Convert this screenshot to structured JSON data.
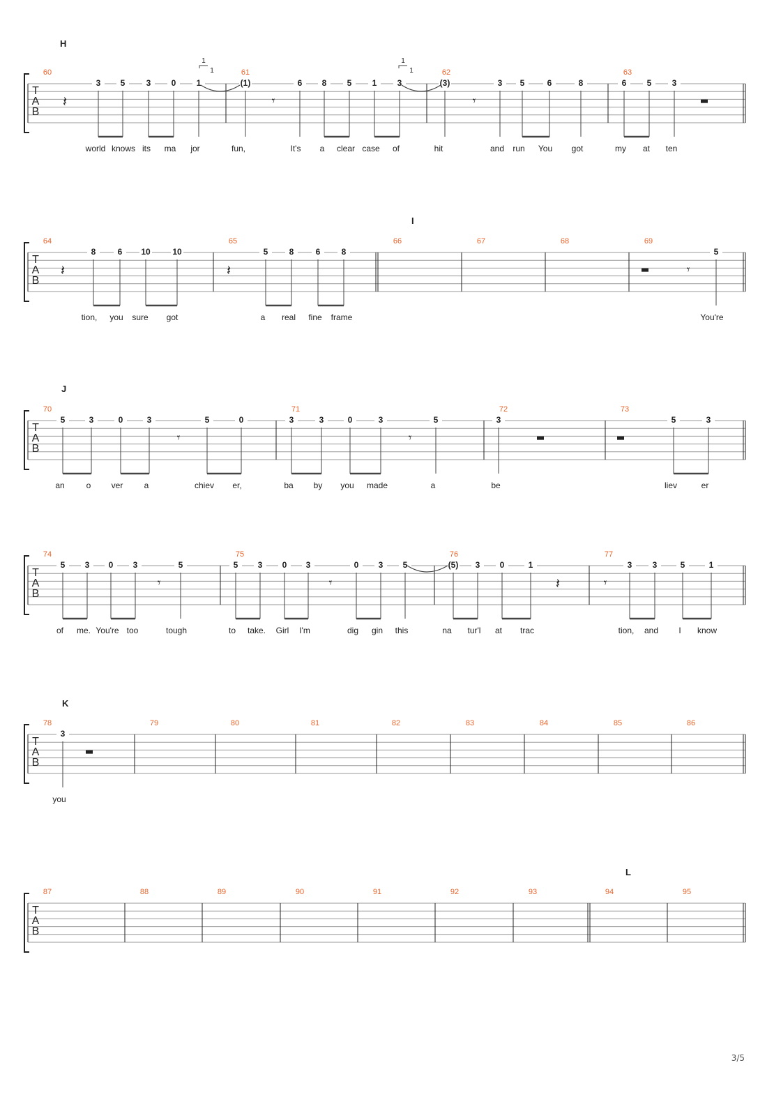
{
  "page": {
    "number": "3/5"
  },
  "colors": {
    "measure_number": "#e8642a",
    "staff_line": "#9a9a9a",
    "ink": "#222222"
  },
  "systems": [
    {
      "section": "H",
      "measures": [
        {
          "number": "60",
          "notes": [
            {
              "fret": "3"
            },
            {
              "fret": "5"
            },
            {
              "fret": "3"
            },
            {
              "fret": "0"
            },
            {
              "fret": "1"
            }
          ]
        },
        {
          "number": "61",
          "notes": [
            {
              "fret": "(1)"
            },
            {
              "fret": "6"
            },
            {
              "fret": "8"
            },
            {
              "fret": "5"
            },
            {
              "fret": "1"
            },
            {
              "fret": "3"
            }
          ]
        },
        {
          "number": "62",
          "notes": [
            {
              "fret": "(3)"
            },
            {
              "fret": "3"
            },
            {
              "fret": "5"
            },
            {
              "fret": "6"
            },
            {
              "fret": "8"
            }
          ]
        },
        {
          "number": "63",
          "notes": [
            {
              "fret": "6"
            },
            {
              "fret": "5"
            },
            {
              "fret": "3"
            }
          ]
        }
      ],
      "tuplets": [
        "1",
        "1",
        "1",
        "1"
      ],
      "lyrics": [
        "world",
        "knows",
        "its",
        "ma",
        "jor",
        "fun,",
        "It's",
        "a",
        "clear",
        "case",
        "of",
        "hit",
        "and",
        "run",
        "You",
        "got",
        "my",
        "at",
        "ten"
      ]
    },
    {
      "section": "I",
      "measures": [
        {
          "number": "64",
          "notes": [
            {
              "fret": "8"
            },
            {
              "fret": "6"
            },
            {
              "fret": "10"
            },
            {
              "fret": "10"
            }
          ]
        },
        {
          "number": "65",
          "notes": [
            {
              "fret": "5"
            },
            {
              "fret": "8"
            },
            {
              "fret": "6"
            },
            {
              "fret": "8"
            }
          ]
        },
        {
          "number": "66",
          "notes": []
        },
        {
          "number": "67",
          "notes": []
        },
        {
          "number": "68",
          "notes": []
        },
        {
          "number": "69",
          "notes": [
            {
              "fret": "5"
            }
          ]
        }
      ],
      "lyrics": [
        "tion,",
        "you",
        "sure",
        "got",
        "a",
        "real",
        "fine",
        "frame",
        "You're"
      ]
    },
    {
      "section": "J",
      "measures": [
        {
          "number": "70",
          "notes": [
            {
              "fret": "5"
            },
            {
              "fret": "3"
            },
            {
              "fret": "0"
            },
            {
              "fret": "3"
            },
            {
              "fret": "5"
            },
            {
              "fret": "0"
            }
          ]
        },
        {
          "number": "71",
          "notes": [
            {
              "fret": "3"
            },
            {
              "fret": "3"
            },
            {
              "fret": "0"
            },
            {
              "fret": "3"
            },
            {
              "fret": "5"
            }
          ]
        },
        {
          "number": "72",
          "notes": [
            {
              "fret": "3"
            }
          ]
        },
        {
          "number": "73",
          "notes": [
            {
              "fret": "5"
            },
            {
              "fret": "3"
            }
          ]
        }
      ],
      "lyrics": [
        "an",
        "o",
        "ver",
        "a",
        "chiev",
        "er,",
        "ba",
        "by",
        "you",
        "made",
        "a",
        "be",
        "liev",
        "er"
      ]
    },
    {
      "section": "",
      "measures": [
        {
          "number": "74",
          "notes": [
            {
              "fret": "5"
            },
            {
              "fret": "3"
            },
            {
              "fret": "0"
            },
            {
              "fret": "3"
            },
            {
              "fret": "5"
            }
          ]
        },
        {
          "number": "75",
          "notes": [
            {
              "fret": "5"
            },
            {
              "fret": "3"
            },
            {
              "fret": "0"
            },
            {
              "fret": "3"
            },
            {
              "fret": "0"
            },
            {
              "fret": "3"
            },
            {
              "fret": "5"
            }
          ]
        },
        {
          "number": "76",
          "notes": [
            {
              "fret": "(5)"
            },
            {
              "fret": "3"
            },
            {
              "fret": "0"
            },
            {
              "fret": "1"
            }
          ]
        },
        {
          "number": "77",
          "notes": [
            {
              "fret": "3"
            },
            {
              "fret": "3"
            },
            {
              "fret": "5"
            },
            {
              "fret": "1"
            }
          ]
        }
      ],
      "lyrics": [
        "of",
        "me.",
        "You're",
        "too",
        "tough",
        "to",
        "take.",
        "Girl",
        "I'm",
        "dig",
        "gin",
        "this",
        "na",
        "tur'l",
        "at",
        "trac",
        "tion,",
        "and",
        "I",
        "know"
      ]
    },
    {
      "section": "K",
      "measures": [
        {
          "number": "78",
          "notes": [
            {
              "fret": "3"
            }
          ]
        },
        {
          "number": "79",
          "notes": []
        },
        {
          "number": "80",
          "notes": []
        },
        {
          "number": "81",
          "notes": []
        },
        {
          "number": "82",
          "notes": []
        },
        {
          "number": "83",
          "notes": []
        },
        {
          "number": "84",
          "notes": []
        },
        {
          "number": "85",
          "notes": []
        },
        {
          "number": "86",
          "notes": []
        }
      ],
      "lyrics": [
        "you"
      ]
    },
    {
      "section": "L",
      "measures": [
        {
          "number": "87",
          "notes": []
        },
        {
          "number": "88",
          "notes": []
        },
        {
          "number": "89",
          "notes": []
        },
        {
          "number": "90",
          "notes": []
        },
        {
          "number": "91",
          "notes": []
        },
        {
          "number": "92",
          "notes": []
        },
        {
          "number": "93",
          "notes": []
        },
        {
          "number": "94",
          "notes": []
        },
        {
          "number": "95",
          "notes": []
        }
      ],
      "lyrics": []
    }
  ],
  "clef": [
    "T",
    "A",
    "B"
  ]
}
